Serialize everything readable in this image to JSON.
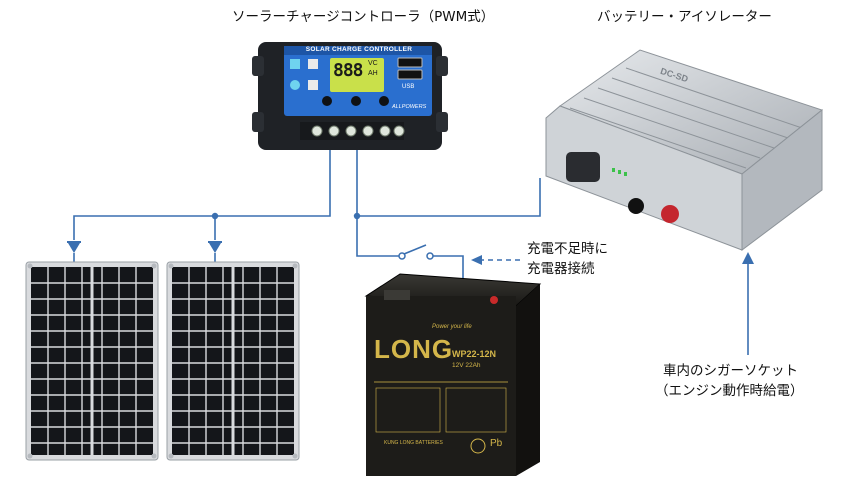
{
  "labels": {
    "controller": "ソーラーチャージコントローラ（PWM式）",
    "isolator": "バッテリー・アイソレーター",
    "charger_note_line1": "充電不足時に",
    "charger_note_line2": "充電器接続",
    "socket_line1": "車内のシガーソケット",
    "socket_line2": "（エンジン動作時給電）"
  },
  "controller_device": {
    "header": "SOLAR CHARGE CONTROLLER",
    "display_value": "888",
    "display_units_top": "VC",
    "display_units_bottom": "AH",
    "usb_label": "USB",
    "brand": "ALLPOWERS"
  },
  "battery": {
    "brand": "LONG",
    "tagline": "Power your life",
    "model": "WP22-12N",
    "spec": "12V 22Ah",
    "recycle": "Pb",
    "maker": "KUNG LONG BATTERIES"
  },
  "isolator_device": {
    "badge": "DC-SD"
  },
  "colors": {
    "wire": "#3a6fb0",
    "panel_cell": "#1b1d22",
    "controller_body": "#1f2226",
    "controller_face": "#2a6fcf",
    "lcd": "#c9e04a",
    "battery_body": "#1d1c19",
    "battery_text": "#d4b64a",
    "isolator_body": "#c9cdd2"
  }
}
